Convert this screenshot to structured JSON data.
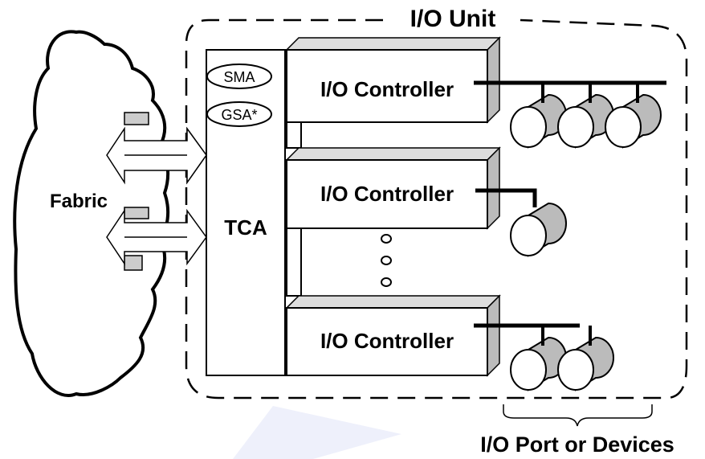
{
  "diagram": {
    "title": "I/O Unit",
    "fabric_label": "Fabric",
    "tca_label": "TCA",
    "agents": [
      {
        "label": "SMA"
      },
      {
        "label": "GSA*"
      }
    ],
    "controllers": [
      {
        "label": "I/O Controller",
        "device_count": 3
      },
      {
        "label": "I/O Controller",
        "device_count": 1
      },
      {
        "label": "I/O Controller",
        "device_count": 2
      }
    ],
    "devices_label": "I/O Port or Devices",
    "colors": {
      "stroke": "#000000",
      "box_fill": "#ffffff",
      "box_shade": "#cccccc",
      "cylinder_fill": "#bbbbbb",
      "watermark": "#eef0fb"
    }
  }
}
